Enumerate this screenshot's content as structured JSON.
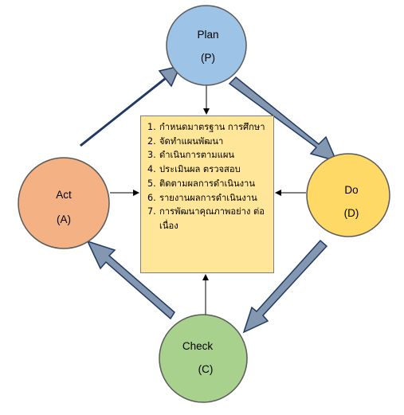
{
  "nodes": [
    {
      "id": "plan",
      "title": "Plan",
      "letter": "(P)",
      "fill": "#9dc3e6"
    },
    {
      "id": "do",
      "title": "Do",
      "letter": "(D)",
      "fill": "#ffd966"
    },
    {
      "id": "check",
      "title": "Check",
      "letter": "(C)",
      "fill": "#a9d18e"
    },
    {
      "id": "act",
      "title": "Act",
      "letter": "(A)",
      "fill": "#f4b183"
    }
  ],
  "steps": [
    {
      "num": "1.",
      "text": "กำหนดมาตรฐาน การศึกษา"
    },
    {
      "num": "2.",
      "text": "จัดทำแผนพัฒนา"
    },
    {
      "num": "3.",
      "text": "ดำเนินการตามแผน"
    },
    {
      "num": "4.",
      "text": "ประเมินผล ตรวจสอบ"
    },
    {
      "num": "5.",
      "text": "ติดตามผลการดำเนินงาน"
    },
    {
      "num": "6.",
      "text": "รายงานผลการดำเนินงาน"
    },
    {
      "num": "7.",
      "text": "การพัฒนาคุณภาพอย่าง ต่อเนื่อง"
    }
  ],
  "colors": {
    "box_fill": "#ffe699",
    "cycle_arrow_fill": "#8497b0",
    "cycle_arrow_stroke": "#1f3864",
    "circle_stroke": "#595959"
  }
}
